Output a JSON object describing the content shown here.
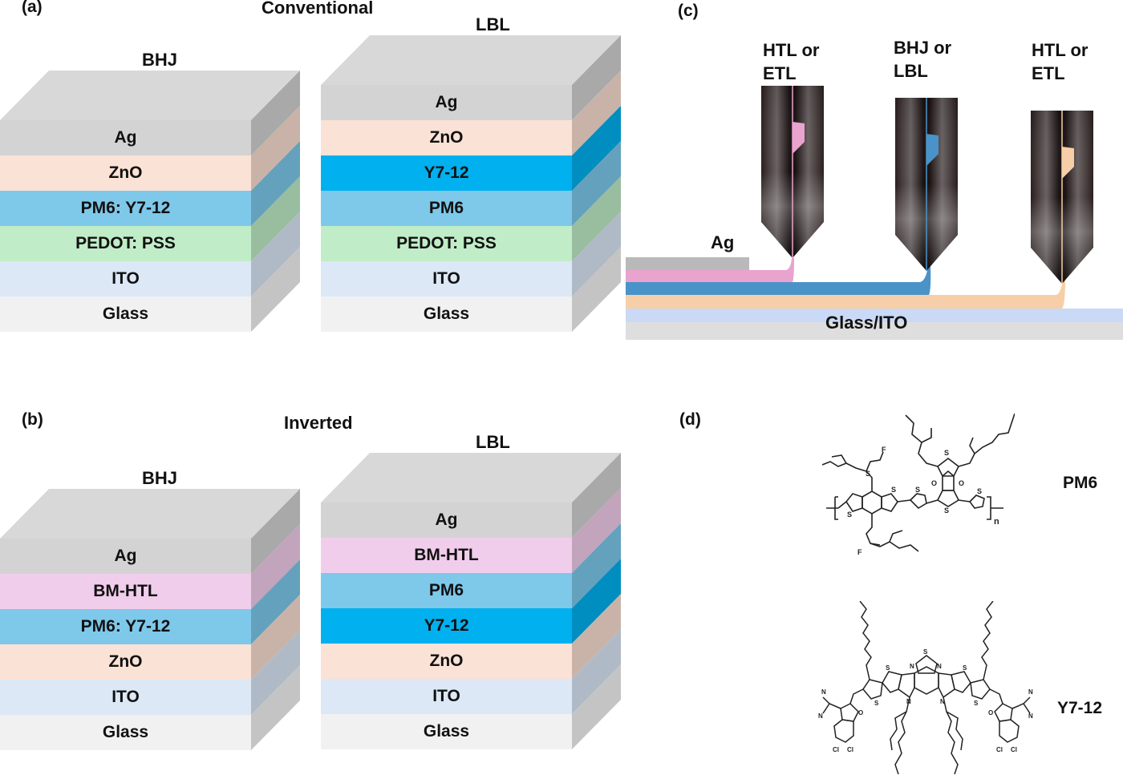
{
  "panels": {
    "a": {
      "label": "(a)",
      "title": "Conventional"
    },
    "b": {
      "label": "(b)",
      "title": "Inverted"
    },
    "c": {
      "label": "(c)"
    },
    "d": {
      "label": "(d)"
    }
  },
  "stacks": [
    {
      "id": "conv-bhj",
      "title": "BHJ",
      "layers": [
        {
          "name": "Ag",
          "color": "#d3d3d3",
          "side": "#a9a9a9"
        },
        {
          "name": "ZnO",
          "color": "#fbe2d6",
          "side": "#c9b3a8"
        },
        {
          "name": "PM6: Y7-12",
          "color": "#7ec8ea",
          "side": "#64a1bd"
        },
        {
          "name": "PEDOT: PSS",
          "color": "#c0edc8",
          "side": "#99bd9f"
        },
        {
          "name": "ITO",
          "color": "#dce8f6",
          "side": "#b0bac6"
        },
        {
          "name": "Glass",
          "color": "#f1f1f1",
          "side": "#c4c4c4"
        }
      ]
    },
    {
      "id": "conv-lbl",
      "title": "LBL",
      "layers": [
        {
          "name": "Ag",
          "color": "#d3d3d3",
          "side": "#a9a9a9"
        },
        {
          "name": "ZnO",
          "color": "#fbe2d6",
          "side": "#c9b3a8"
        },
        {
          "name": "Y7-12",
          "color": "#00b0ef",
          "side": "#008dc0"
        },
        {
          "name": "PM6",
          "color": "#7ec8ea",
          "side": "#64a1bd"
        },
        {
          "name": "PEDOT: PSS",
          "color": "#c0edc8",
          "side": "#99bd9f"
        },
        {
          "name": "ITO",
          "color": "#dce8f6",
          "side": "#b0bac6"
        },
        {
          "name": "Glass",
          "color": "#f1f1f1",
          "side": "#c4c4c4"
        }
      ]
    },
    {
      "id": "inv-bhj",
      "title": "BHJ",
      "layers": [
        {
          "name": "Ag",
          "color": "#d3d3d3",
          "side": "#a9a9a9"
        },
        {
          "name": "BM-HTL",
          "color": "#f1cdec",
          "side": "#c2a4bd"
        },
        {
          "name": "PM6: Y7-12",
          "color": "#7ec8ea",
          "side": "#64a1bd"
        },
        {
          "name": "ZnO",
          "color": "#fbe2d6",
          "side": "#c9b3a8"
        },
        {
          "name": "ITO",
          "color": "#dce8f6",
          "side": "#b0bac6"
        },
        {
          "name": "Glass",
          "color": "#f1f1f1",
          "side": "#c4c4c4"
        }
      ]
    },
    {
      "id": "inv-lbl",
      "title": "LBL",
      "layers": [
        {
          "name": "Ag",
          "color": "#d3d3d3",
          "side": "#a9a9a9"
        },
        {
          "name": "BM-HTL",
          "color": "#f1cdec",
          "side": "#c2a4bd"
        },
        {
          "name": "PM6",
          "color": "#7ec8ea",
          "side": "#64a1bd"
        },
        {
          "name": "Y7-12",
          "color": "#00b0ef",
          "side": "#008dc0"
        },
        {
          "name": "ZnO",
          "color": "#fbe2d6",
          "side": "#c9b3a8"
        },
        {
          "name": "ITO",
          "color": "#dce8f6",
          "side": "#b0bac6"
        },
        {
          "name": "Glass",
          "color": "#f1f1f1",
          "side": "#c4c4c4"
        }
      ]
    }
  ],
  "blade": {
    "heads": [
      {
        "label_line1": "HTL or",
        "label_line2": "ETL",
        "ink": "#e8a3cf"
      },
      {
        "label_line1": "BHJ or",
        "label_line2": "LBL",
        "ink": "#4a93c8"
      },
      {
        "label_line1": "HTL or",
        "label_line2": "ETL",
        "ink": "#f6cfa8"
      }
    ],
    "ag_label": "Ag",
    "substrate_label": "Glass/ITO",
    "colors": {
      "ag": "#b9b9b9",
      "pink": "#e8a3cf",
      "blue": "#4a93c8",
      "peach": "#f6cfa8",
      "ito": "#c9d9f6",
      "glass": "#dedede"
    }
  },
  "molecules": [
    {
      "name": "PM6",
      "formula_hint": "BDT-F / BDD copolymer, subscript n"
    },
    {
      "name": "Y7-12",
      "formula_hint": "benzothiadiazole-fused core, dichloro-IC end groups"
    }
  ]
}
